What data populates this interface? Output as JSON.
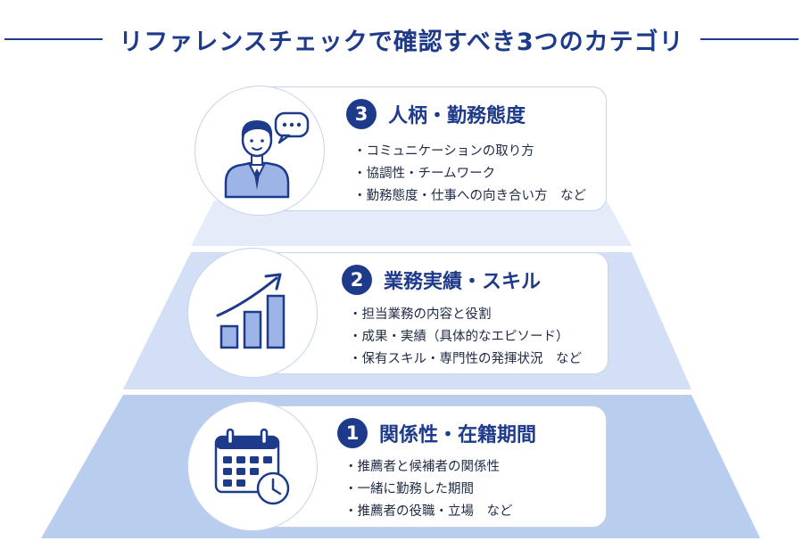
{
  "title": "リファレンスチェックで確認すべき3つのカテゴリ",
  "colors": {
    "navy": "#1e3a8a",
    "tier_top": "#e4ecfa",
    "tier_mid": "#d2dff5",
    "tier_bottom": "#b9cdef",
    "icon_fill": "#9db4e6"
  },
  "categories": [
    {
      "number": "3",
      "title": "人柄・勤務態度",
      "icon": "businessman-speech-bubble-icon",
      "items": [
        "コミュニケーションの取り方",
        "協調性・チームワーク",
        "勤務態度・仕事への向き合い方　など"
      ]
    },
    {
      "number": "2",
      "title": "業務実績・スキル",
      "icon": "bar-chart-growth-icon",
      "items": [
        "担当業務の内容と役割",
        "成果・実績（具体的なエピソード）",
        "保有スキル・専門性の発揮状況　など"
      ]
    },
    {
      "number": "1",
      "title": "関係性・在籍期間",
      "icon": "calendar-clock-icon",
      "items": [
        "推薦者と候補者の関係性",
        "一緒に勤務した期間",
        "推薦者の役職・立場　など"
      ]
    }
  ]
}
